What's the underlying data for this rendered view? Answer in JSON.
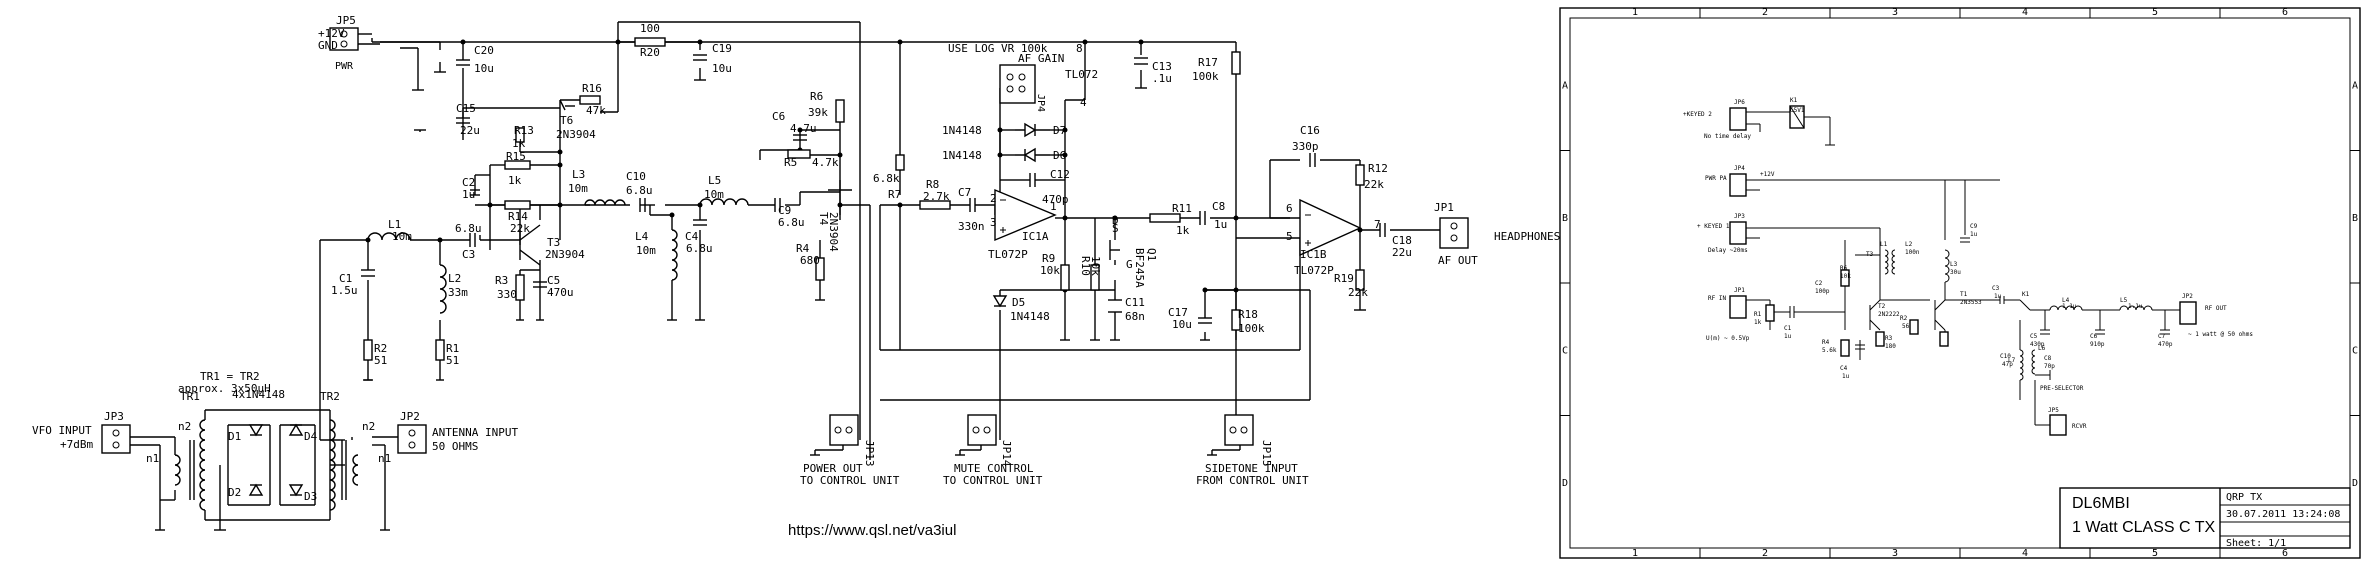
{
  "left": {
    "labels": [
      "+12V",
      "GND",
      "JP5",
      "PWR",
      "C20",
      "10u",
      "100",
      "R20",
      "C19",
      "10u",
      "USE LOG VR 100k",
      "8",
      "TL072",
      "C13",
      ".1u",
      "R17",
      "100k",
      "C15",
      "22u",
      "R16",
      "47k",
      "R13",
      "1k",
      "T6",
      "2N3904",
      "R6",
      "39k",
      "C6",
      "4.7u",
      "4.7k",
      "R5",
      "AF GAIN",
      "JP4",
      "4",
      "1N4148",
      "D7",
      "1N4148",
      "D6",
      "C12",
      "470p",
      "C16",
      "330p",
      "R12",
      "22k",
      "R15",
      "1k",
      "C2",
      "1u",
      "R14",
      "22k",
      "L3",
      "10m",
      "C10",
      "6.8u",
      "L5",
      "10m",
      "6.8k",
      "R7",
      "R8",
      "2.7k",
      "C7",
      "330n",
      "3",
      "2",
      "1",
      "IC1A",
      "TL072P",
      "IC1B",
      "TL072P",
      "JP1",
      "HEADPHONES",
      "AF OUT",
      "C18",
      "22u",
      "R19",
      "22k",
      "7",
      "6",
      "5",
      "L1",
      "10m",
      "6.8u",
      "C3",
      "T3",
      "2N3904",
      "R3",
      "330",
      "C5",
      "470u",
      "L4",
      "10m",
      "C4",
      "6.8u",
      "C9",
      "6.8u",
      "T4",
      "2N3904",
      "R4",
      "680",
      "R11",
      "1k",
      "C8",
      "1u",
      "R9",
      "10k",
      "R10",
      "10k",
      "BF245A",
      "Q1",
      "S",
      "D",
      "G",
      "C11",
      "68n",
      "D5",
      "1N4148",
      "C17",
      "10u",
      "R18",
      "100k",
      "C1",
      "1.5u",
      "L2",
      "33m",
      "R2",
      "51",
      "R1",
      "51",
      "TR1 = TR2",
      "approx. 3x50µH",
      "TR1",
      "4x1N4148",
      "TR2",
      "D1",
      "D2",
      "D3",
      "D4",
      "n1",
      "n2",
      "n2",
      "n1",
      "JP3",
      "VFO INPUT",
      "+7dBm",
      "JP2",
      "ANTENNA INPUT",
      "50 OHMS",
      "JP13",
      "POWER OUT",
      "TO CONTROL UNIT",
      "JP14",
      "MUTE CONTROL",
      "TO CONTROL UNIT",
      "JP15",
      "SIDETONE INPUT",
      "FROM CONTROL UNIT"
    ],
    "url": "https://www.qsl.net/va3iul"
  },
  "right": {
    "columns": [
      "1",
      "2",
      "3",
      "4",
      "5",
      "6"
    ],
    "rows": [
      "A",
      "B",
      "C",
      "D"
    ],
    "labels": [
      "+KEYED 2",
      "JP6",
      "No time delay",
      "K1",
      "G5V1",
      "PWR PA",
      "JP4",
      "+12V",
      "+ KEYED 1",
      "JP3",
      "Delay ~20ms",
      "C9",
      "1u",
      "L3",
      "30u",
      "T1",
      "2N3553",
      "R6",
      "10k",
      "C2",
      "100p",
      "T3",
      "L1",
      "L2",
      "100n",
      "R4",
      "5.6k",
      "C4",
      "1u",
      "T2",
      "2N2222",
      "R3",
      "180",
      "R2",
      "56",
      "RF IN",
      "JP1",
      "R1",
      "1k",
      "C1",
      "1u",
      "U(m) ~ 0.5Vp",
      "C3",
      "1u",
      "K1",
      "L4",
      "1.1u",
      "L5",
      "1.1u",
      "C5",
      "430p",
      "C6",
      "910p",
      "C7",
      "470p",
      "JP2",
      "RF OUT",
      "~ 1 watt @ 50 ohms",
      "C10",
      "47p",
      "L6",
      "L7",
      "C8",
      "70p",
      "PRE-SELECTOR",
      "JP5",
      "RCVR"
    ],
    "title_block": {
      "author": "DL6MBI",
      "title": "1 Watt CLASS C TX",
      "project": "QRP TX",
      "date": "30.07.2011 13:24:08",
      "sheet": "Sheet: 1/1"
    }
  }
}
